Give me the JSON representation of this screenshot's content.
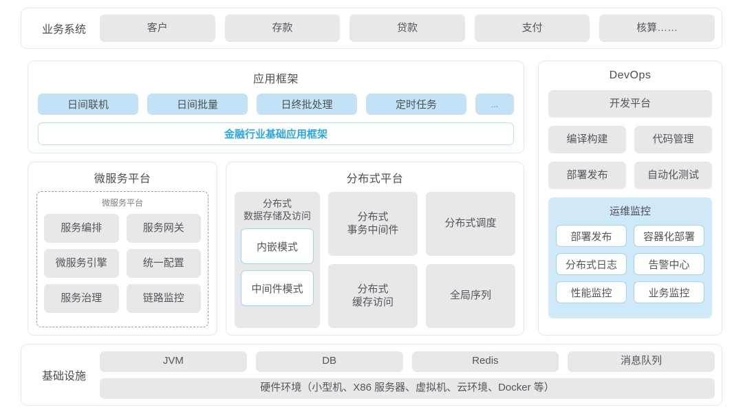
{
  "diagram": {
    "business_systems": {
      "label": "业务系统",
      "items": [
        "客户",
        "存款",
        "贷款",
        "支付",
        "核算……"
      ]
    },
    "app_framework": {
      "title": "应用框架",
      "tags": [
        "日间联机",
        "日间批量",
        "日终批处理",
        "定时任务",
        "..."
      ],
      "base_bar": "金融行业基础应用框架",
      "base_bar_color": "#2aa8e2"
    },
    "microservice_platform": {
      "title": "微服务平台",
      "inner_title": "微服务平台",
      "items": [
        "服务编排",
        "服务网关",
        "微服务引擎",
        "统一配置",
        "服务治理",
        "链路监控"
      ]
    },
    "distributed_platform": {
      "title": "分布式平台",
      "storage_group": {
        "caption": "分布式\n数据存储及访问",
        "caption_line1": "分布式",
        "caption_line2": "数据存储及访问",
        "modes": [
          "内嵌模式",
          "中间件模式"
        ]
      },
      "column_b": [
        {
          "line1": "分布式",
          "line2": "事务中间件"
        },
        {
          "line1": "分布式",
          "line2": "缓存访问"
        }
      ],
      "column_c": [
        {
          "line1": "分布式调度",
          "line2": ""
        },
        {
          "line1": "全局序列",
          "line2": ""
        }
      ]
    },
    "devops": {
      "title": "DevOps",
      "platform": "开发平台",
      "row1": [
        "编译构建",
        "代码管理"
      ],
      "row2": [
        "部署发布",
        "自动化测试"
      ],
      "ops_monitoring": {
        "title": "运维监控",
        "items": [
          "部署发布",
          "容器化部署",
          "分布式日志",
          "告警中心",
          "性能监控",
          "业务监控"
        ],
        "panel_color": "#cfe9f9"
      }
    },
    "infrastructure": {
      "label": "基础设施",
      "items": [
        "JVM",
        "DB",
        "Redis",
        "消息队列"
      ],
      "hardware": "硬件环境（小型机、X86 服务器、虚拟机、云环境、Docker 等）"
    },
    "theme": {
      "border": "#d6eef5",
      "gray_tile": "#e8e8ea",
      "blue_tag": "#c2e2f5",
      "accent": "#2aa8e2"
    }
  }
}
